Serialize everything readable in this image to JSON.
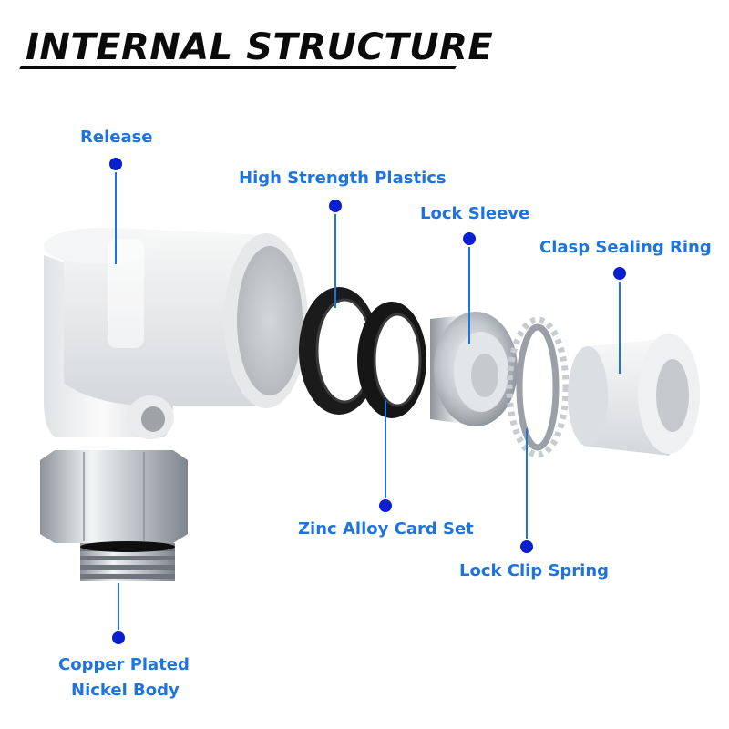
{
  "title": "INTERNAL STRUCTURE",
  "colors": {
    "accent": "#1e74dc",
    "dot_fill": "#0a1fd0",
    "title_text": "#0b0b0b",
    "plastic": "#eceeef",
    "rubber": "#151515",
    "metal": "#c0c5ca"
  },
  "labels": {
    "release": "Release",
    "high_strength_plastics": "High Strength Plastics",
    "lock_sleeve": "Lock Sleeve",
    "clasp_sealing_ring": "Clasp Sealing Ring",
    "zinc_alloy_card_set": "Zinc Alloy Card Set",
    "lock_clip_spring": "Lock Clip Spring",
    "copper_plated_line1": "Copper Plated",
    "copper_plated_line2": "Nickel Body"
  }
}
